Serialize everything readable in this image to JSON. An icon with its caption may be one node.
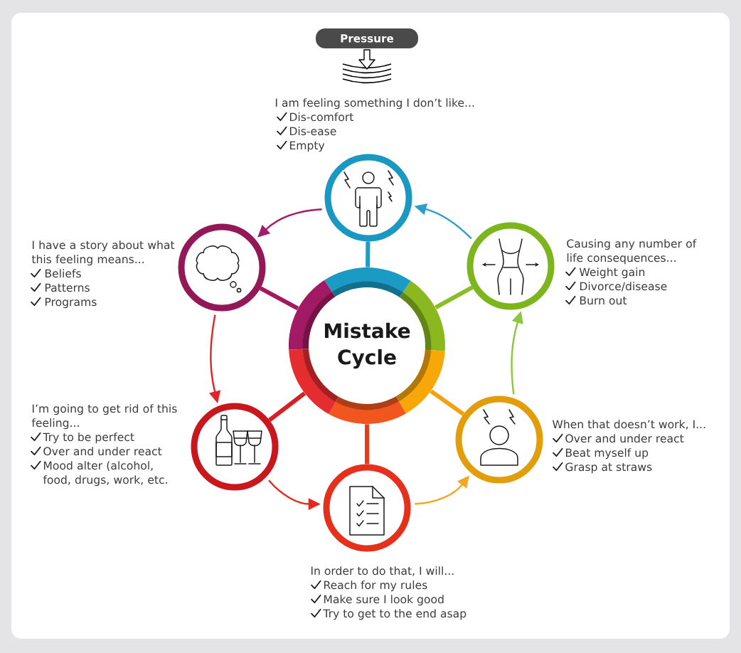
{
  "diagram": {
    "nodes": [
      {
        "text": [
          "Pressure"
        ]
      },
      {
        "text": [
          "Mistake Cycle"
        ]
      },
      {
        "text": [],
        "shape": "circle",
        "beside": [
          "I am feeling something I don’t like...",
          "Dis-comfort",
          "Dis-ease",
          "Empty"
        ]
      },
      {
        "text": [],
        "shape": "circle",
        "beside": [
          "I have a story about what this feeling means...",
          "Beliefs",
          "Patterns",
          "Programs"
        ]
      },
      {
        "text": [],
        "shape": "circle",
        "beside": [
          "I’m going to get rid of this feeling...",
          "Try to be perfect",
          "Over and under react",
          "Mood alter (alcohol, food, drugs, work, etc."
        ]
      },
      {
        "text": [],
        "shape": "circle",
        "beside": [
          "In order to do that, I will...",
          "Reach for my rules",
          "Make sure I look good",
          "Try to get to the end asap"
        ]
      },
      {
        "text": [],
        "shape": "circle",
        "beside": [
          "When that doesn’t work, I...",
          "Over and under react",
          "Beat myself up",
          "Grasp at straws"
        ]
      },
      {
        "text": [],
        "shape": "circle",
        "beside": [
          "Causing any number of life consequences...",
          "Weight gain",
          "Divorce/disease",
          "Burn out"
        ]
      }
    ],
    "edges": [
      {
        "from": 1,
        "to": 2,
        "arrow": "none",
        "style": "thick",
        "color": "#1f9bc4"
      },
      {
        "from": 1,
        "to": 3,
        "arrow": "none",
        "style": "thick",
        "color": "#a1195f"
      },
      {
        "from": 1,
        "to": 4,
        "arrow": "none",
        "style": "thick",
        "color": "#d81f26"
      },
      {
        "from": 1,
        "to": 5,
        "arrow": "none",
        "style": "thick",
        "color": "#ee3a1c"
      },
      {
        "from": 1,
        "to": 6,
        "arrow": "none",
        "style": "thick",
        "color": "#f2a30c"
      },
      {
        "from": 1,
        "to": 7,
        "arrow": "none",
        "style": "thick",
        "color": "#8bbd26"
      },
      {
        "from": 2,
        "to": 3,
        "arrow": "to",
        "color": "#a31d6b"
      },
      {
        "from": 3,
        "to": 4,
        "arrow": "to",
        "color": "#e3232a"
      },
      {
        "from": 4,
        "to": 5,
        "arrow": "to",
        "color": "#e42a1e"
      },
      {
        "from": 5,
        "to": 6,
        "arrow": "to",
        "color": "#f5a623"
      },
      {
        "from": 6,
        "to": 7,
        "arrow": "to",
        "color": "#8dc63f"
      },
      {
        "from": 7,
        "to": 2,
        "arrow": "to",
        "color": "#2b9fc9"
      }
    ]
  }
}
